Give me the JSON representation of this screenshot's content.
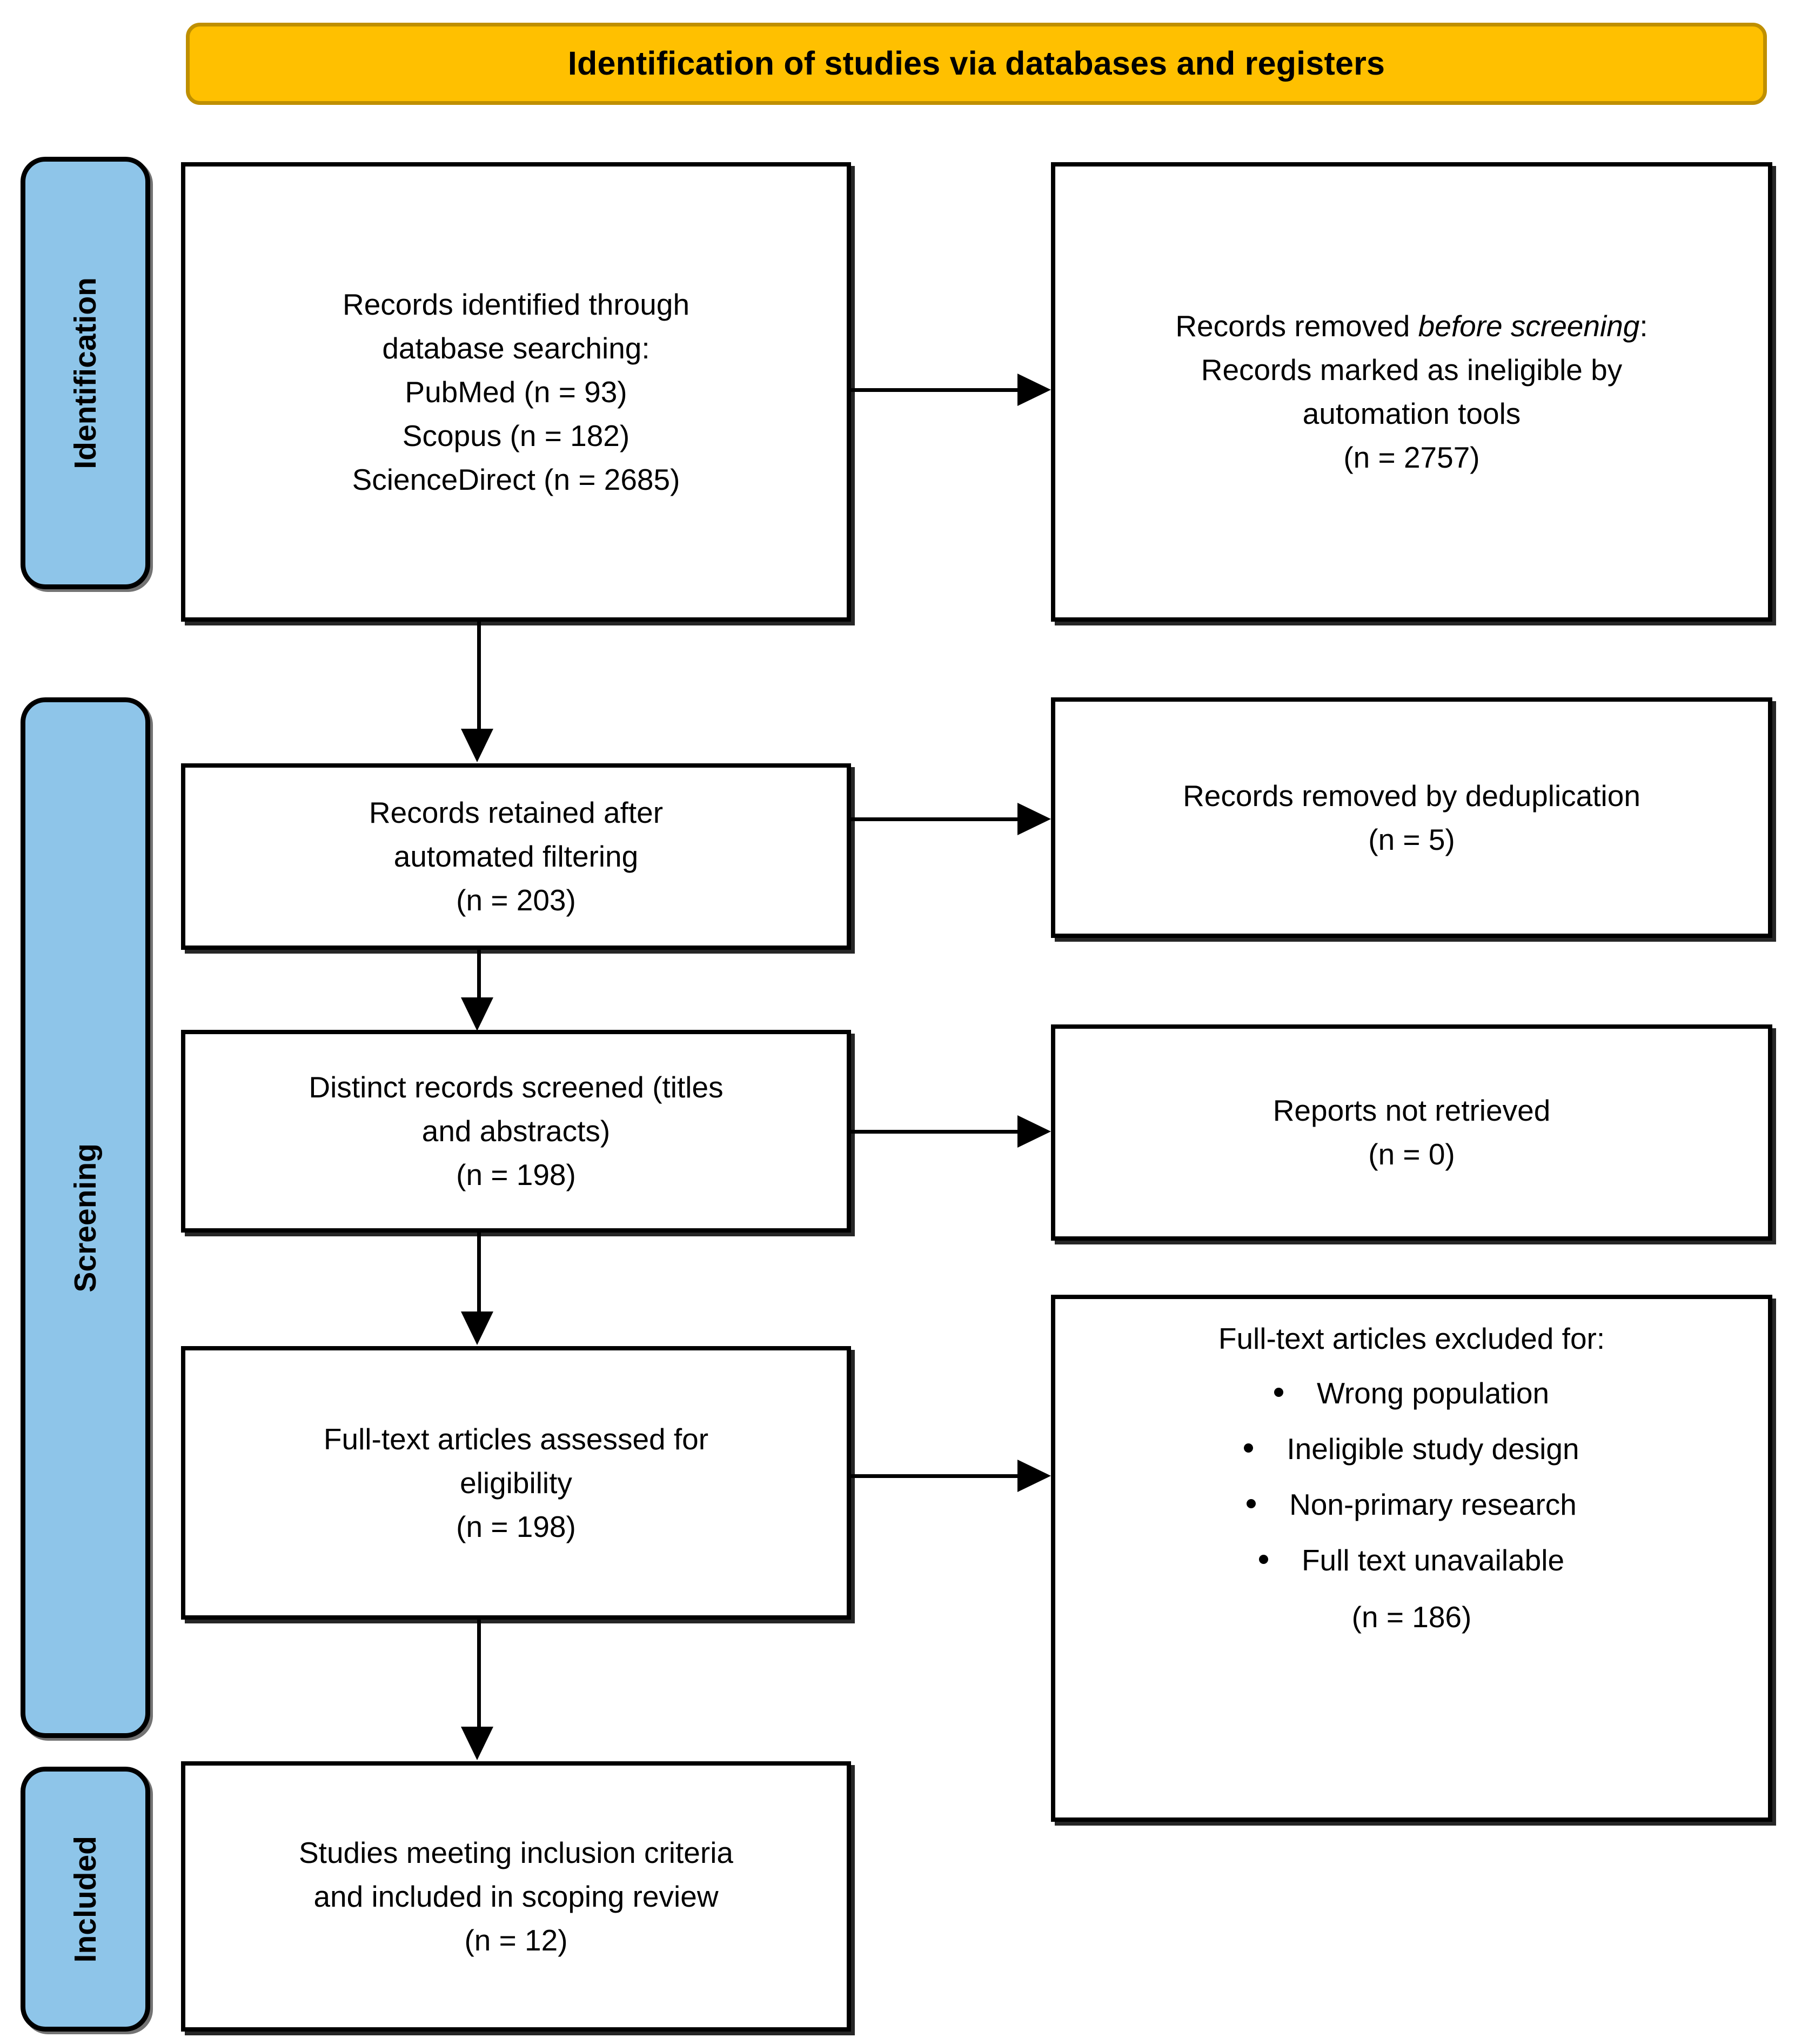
{
  "banner": {
    "title": "Identification of studies via databases and registers",
    "fill": "#FFC000",
    "border": "#BF8F00"
  },
  "phases": {
    "fill": "#8EC5E9",
    "identification": "Identification",
    "screening": "Screening",
    "included": "Included"
  },
  "boxes": {
    "identified": {
      "l1": "Records identified through",
      "l2": "database searching:",
      "l3": "PubMed (n = 93)",
      "l4": "Scopus (n = 182)",
      "l5": "ScienceDirect (n = 2685)"
    },
    "removed_before": {
      "l1_a": "Records removed ",
      "l1_b": "before screening",
      "l1_c": ":",
      "l2": "Records marked as ineligible by",
      "l3": "automation tools",
      "l4": "(n = 2757)"
    },
    "retained": {
      "l1": "Records retained after",
      "l2": "automated filtering",
      "l3": "(n = 203)"
    },
    "dedup": {
      "l1": "Records removed by deduplication",
      "l2": "(n = 5)"
    },
    "screened": {
      "l1": "Distinct records screened (titles",
      "l2": "and abstracts)",
      "l3": "(n = 198)"
    },
    "not_retrieved": {
      "l1": "Reports not retrieved",
      "l2": "(n = 0)"
    },
    "fulltext": {
      "l1": "Full-text articles assessed for",
      "l2": "eligibility",
      "l3": "(n = 198)"
    },
    "excluded": {
      "head": "Full-text articles excluded for:",
      "items": [
        "Wrong population",
        "Ineligible study design",
        "Non-primary research",
        "Full text unavailable"
      ],
      "tail": "(n = 186)"
    },
    "included": {
      "l1": "Studies meeting inclusion criteria",
      "l2": "and included in scoping review",
      "l3": "(n = 12)"
    }
  },
  "chart_data": {
    "type": "diagram",
    "title": "Identification of studies via databases and registers",
    "nodes": [
      {
        "id": "identified",
        "phase": "Identification",
        "label": "Records identified through database searching",
        "sources": [
          {
            "name": "PubMed",
            "n": 93
          },
          {
            "name": "Scopus",
            "n": 182
          },
          {
            "name": "ScienceDirect",
            "n": 2685
          }
        ]
      },
      {
        "id": "removed_before",
        "phase": "Identification",
        "label": "Records removed before screening: Records marked as ineligible by automation tools",
        "n": 2757
      },
      {
        "id": "retained",
        "phase": "Screening",
        "label": "Records retained after automated filtering",
        "n": 203
      },
      {
        "id": "dedup",
        "phase": "Screening",
        "label": "Records removed by deduplication",
        "n": 5
      },
      {
        "id": "screened",
        "phase": "Screening",
        "label": "Distinct records screened (titles and abstracts)",
        "n": 198
      },
      {
        "id": "not_retrieved",
        "phase": "Screening",
        "label": "Reports not retrieved",
        "n": 0
      },
      {
        "id": "fulltext",
        "phase": "Screening",
        "label": "Full-text articles assessed for eligibility",
        "n": 198
      },
      {
        "id": "excluded",
        "phase": "Screening",
        "label": "Full-text articles excluded for: Wrong population; Ineligible study design; Non-primary research; Full text unavailable",
        "n": 186
      },
      {
        "id": "included",
        "phase": "Included",
        "label": "Studies meeting inclusion criteria and included in scoping review",
        "n": 12
      }
    ],
    "edges": [
      {
        "from": "identified",
        "to": "removed_before",
        "dir": "right"
      },
      {
        "from": "identified",
        "to": "retained",
        "dir": "down"
      },
      {
        "from": "retained",
        "to": "dedup",
        "dir": "right"
      },
      {
        "from": "retained",
        "to": "screened",
        "dir": "down"
      },
      {
        "from": "screened",
        "to": "not_retrieved",
        "dir": "right"
      },
      {
        "from": "screened",
        "to": "fulltext",
        "dir": "down"
      },
      {
        "from": "fulltext",
        "to": "excluded",
        "dir": "right"
      },
      {
        "from": "fulltext",
        "to": "included",
        "dir": "down"
      }
    ]
  }
}
